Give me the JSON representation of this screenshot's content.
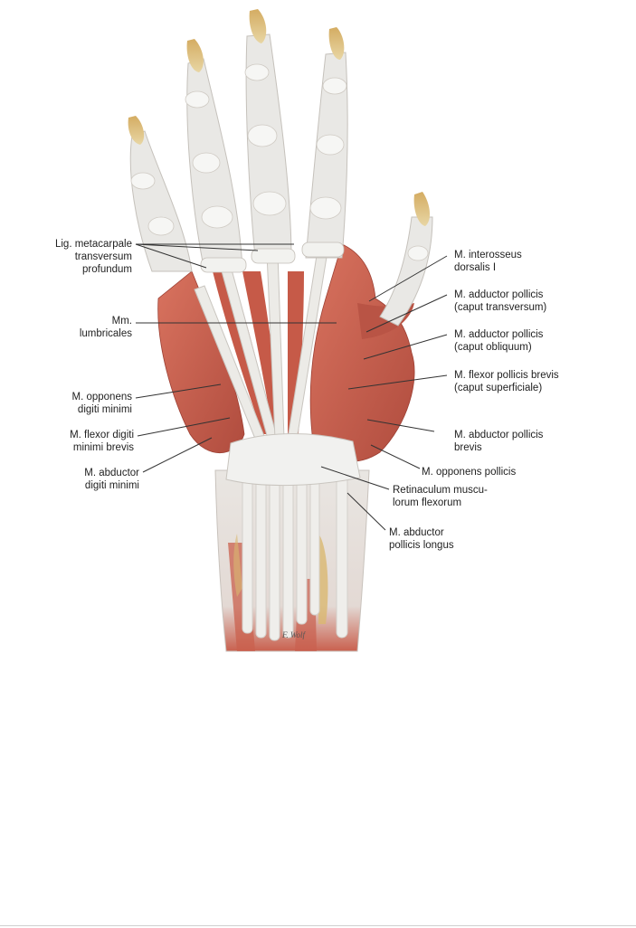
{
  "figure": {
    "signature": "F. Wolf"
  },
  "colors": {
    "muscle": "#c9604e",
    "muscle_dark": "#a8443a",
    "tendon": "#e6e6e2",
    "bone_tip": "#c9a25e",
    "line": "#333333"
  },
  "labels": {
    "lig_metacarpale": "Lig. metacarpale\ntransversum\nprofundum",
    "mm_lumbricales": "Mm.\nlumbricales",
    "m_opponens_digiti_minimi": "M. opponens\ndigiti minimi",
    "m_flexor_digiti_minimi": "M. flexor digiti\nminimi brevis",
    "m_abductor_digiti_minimi": "M. abductor\ndigiti minimi",
    "m_interosseus": "M. interosseus\ndorsalis I",
    "m_adductor_transversum": "M. adductor pollicis\n(caput transversum)",
    "m_adductor_obliquum": "M. adductor pollicis\n(caput obliquum)",
    "m_flexor_pollicis_brevis": "M. flexor pollicis brevis\n(caput superficiale)",
    "m_abductor_pollicis_brevis": "M. abductor pollicis\nbrevis",
    "m_opponens_pollicis": "M. opponens pollicis",
    "retinaculum": "Retinaculum muscu-\nlorum flexorum",
    "m_abductor_pollicis_longus": "M. abductor\npollicis longus"
  }
}
